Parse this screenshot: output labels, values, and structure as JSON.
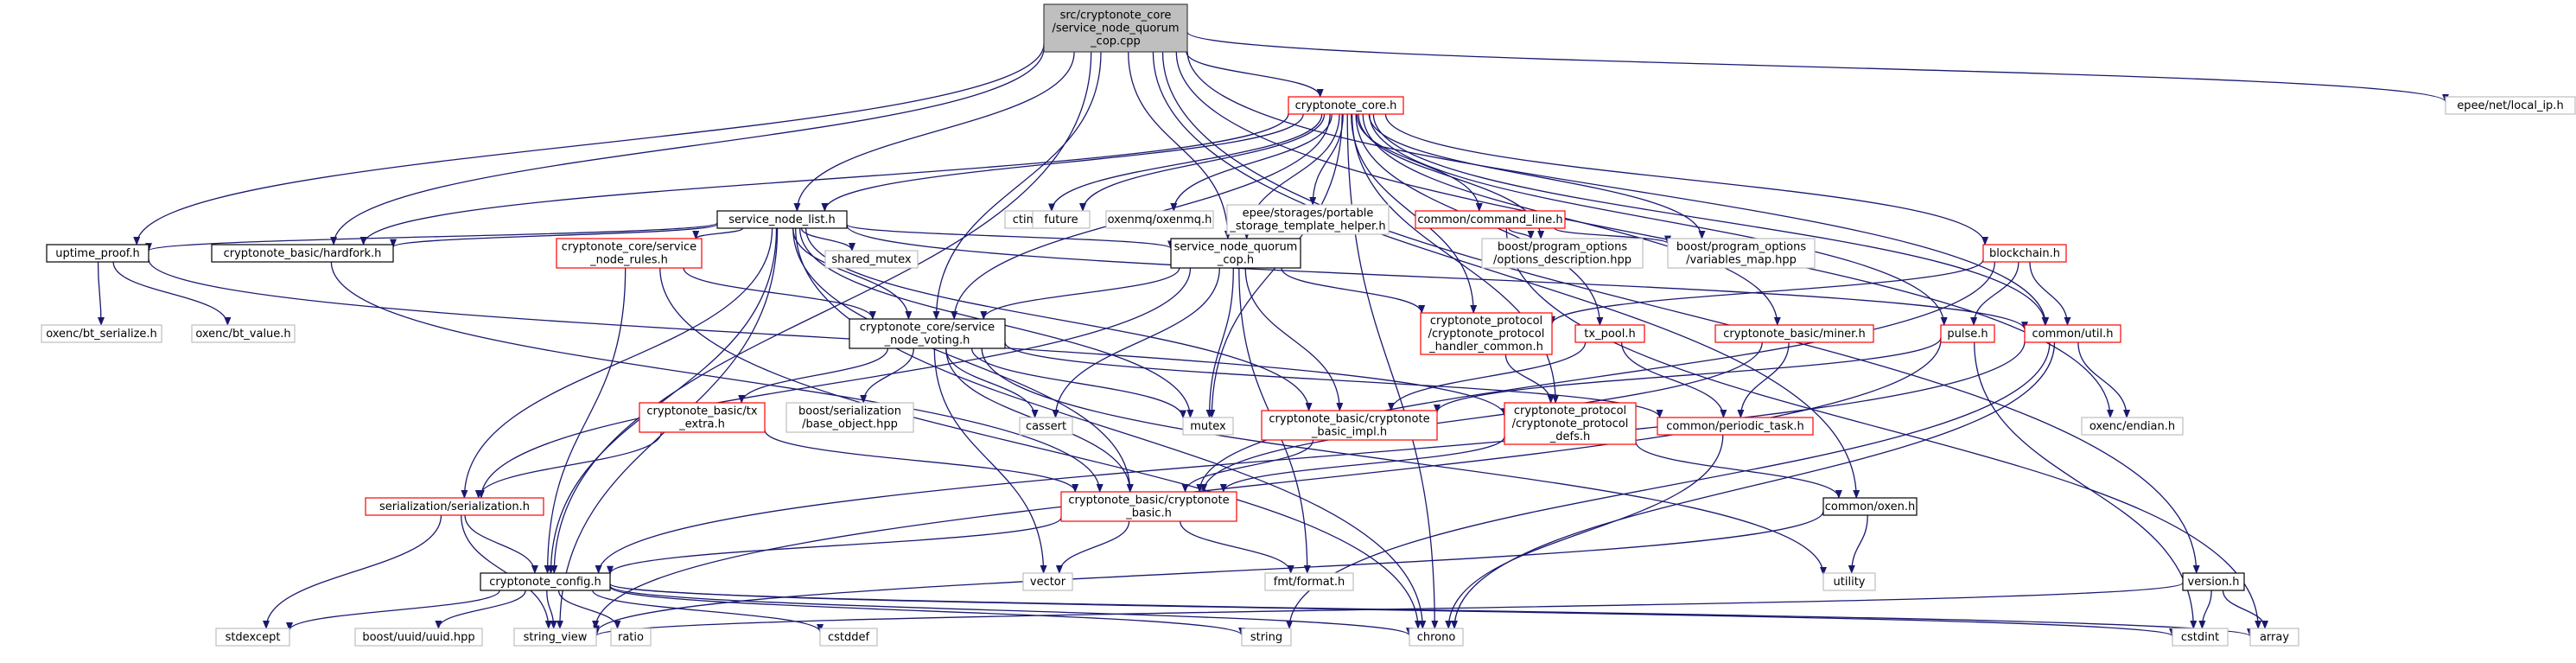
{
  "colors": {
    "background": "#ffffff",
    "edge": "#191970",
    "root_fill": "#bfbfbf",
    "root_border": "#404040",
    "documented_border": "#000000",
    "incomplete_border": "#ff0000",
    "external_border": "#bfbfbf",
    "external_text": "#404040"
  },
  "nodes": [
    {
      "id": "root",
      "kind": "root",
      "lines": [
        "src/cryptonote_core",
        "/service_node_quorum",
        "_cop.cpp"
      ]
    },
    {
      "id": "cryptonote_core_h",
      "kind": "incomplete",
      "lines": [
        "cryptonote_core.h"
      ]
    },
    {
      "id": "service_node_list_h",
      "kind": "documented",
      "lines": [
        "service_node_list.h"
      ]
    },
    {
      "id": "ctime",
      "kind": "external",
      "lines": [
        "ctime"
      ]
    },
    {
      "id": "future",
      "kind": "external",
      "lines": [
        "future"
      ]
    },
    {
      "id": "oxenmq",
      "kind": "external",
      "lines": [
        "oxenmq/oxenmq.h"
      ]
    },
    {
      "id": "portable_storage",
      "kind": "external",
      "lines": [
        "epee/storages/portable",
        "_storage_template_helper.h"
      ]
    },
    {
      "id": "command_line_h",
      "kind": "incomplete",
      "lines": [
        "common/command_line.h"
      ]
    },
    {
      "id": "local_ip_h",
      "kind": "external",
      "lines": [
        "epee/net/local_ip.h"
      ]
    },
    {
      "id": "uptime_proof_h",
      "kind": "documented",
      "lines": [
        "uptime_proof.h"
      ]
    },
    {
      "id": "hardfork_h",
      "kind": "documented",
      "lines": [
        "cryptonote_basic/hardfork.h"
      ]
    },
    {
      "id": "sn_rules_h",
      "kind": "incomplete",
      "lines": [
        "cryptonote_core/service",
        "_node_rules.h"
      ]
    },
    {
      "id": "shared_mutex",
      "kind": "external",
      "lines": [
        "shared_mutex"
      ]
    },
    {
      "id": "sn_quorum_cop_h",
      "kind": "documented",
      "lines": [
        "service_node_quorum",
        "_cop.h"
      ]
    },
    {
      "id": "po_desc",
      "kind": "external",
      "lines": [
        "boost/program_options",
        "/options_description.hpp"
      ]
    },
    {
      "id": "po_varmap",
      "kind": "external",
      "lines": [
        "boost/program_options",
        "/variables_map.hpp"
      ]
    },
    {
      "id": "blockchain_h",
      "kind": "incomplete",
      "lines": [
        "blockchain.h"
      ]
    },
    {
      "id": "bt_serialize",
      "kind": "external",
      "lines": [
        "oxenc/bt_serialize.h"
      ]
    },
    {
      "id": "bt_value",
      "kind": "external",
      "lines": [
        "oxenc/bt_value.h"
      ]
    },
    {
      "id": "sn_voting_h",
      "kind": "documented",
      "lines": [
        "cryptonote_core/service",
        "_node_voting.h"
      ]
    },
    {
      "id": "proto_handler_common_h",
      "kind": "incomplete",
      "lines": [
        "cryptonote_protocol",
        "/cryptonote_protocol",
        "_handler_common.h"
      ]
    },
    {
      "id": "tx_pool_h",
      "kind": "incomplete",
      "lines": [
        "tx_pool.h"
      ]
    },
    {
      "id": "miner_h",
      "kind": "incomplete",
      "lines": [
        "cryptonote_basic/miner.h"
      ]
    },
    {
      "id": "pulse_h",
      "kind": "incomplete",
      "lines": [
        "pulse.h"
      ]
    },
    {
      "id": "util_h",
      "kind": "incomplete",
      "lines": [
        "common/util.h"
      ]
    },
    {
      "id": "tx_extra_h",
      "kind": "incomplete",
      "lines": [
        "cryptonote_basic/tx",
        "_extra.h"
      ]
    },
    {
      "id": "base_object",
      "kind": "external",
      "lines": [
        "boost/serialization",
        "/base_object.hpp"
      ]
    },
    {
      "id": "cassert",
      "kind": "external",
      "lines": [
        "cassert"
      ]
    },
    {
      "id": "mutex",
      "kind": "external",
      "lines": [
        "mutex"
      ]
    },
    {
      "id": "basic_impl_h",
      "kind": "incomplete",
      "lines": [
        "cryptonote_basic/cryptonote",
        "_basic_impl.h"
      ]
    },
    {
      "id": "proto_defs_h",
      "kind": "incomplete",
      "lines": [
        "cryptonote_protocol",
        "/cryptonote_protocol",
        "_defs.h"
      ]
    },
    {
      "id": "periodic_task_h",
      "kind": "incomplete",
      "lines": [
        "common/periodic_task.h"
      ]
    },
    {
      "id": "endian_h",
      "kind": "external",
      "lines": [
        "oxenc/endian.h"
      ]
    },
    {
      "id": "serialization_h",
      "kind": "incomplete",
      "lines": [
        "serialization/serialization.h"
      ]
    },
    {
      "id": "basic_h",
      "kind": "incomplete",
      "lines": [
        "cryptonote_basic/cryptonote",
        "_basic.h"
      ]
    },
    {
      "id": "oxen_h",
      "kind": "documented",
      "lines": [
        "common/oxen.h"
      ]
    },
    {
      "id": "version_h",
      "kind": "documented",
      "lines": [
        "version.h"
      ]
    },
    {
      "id": "config_h",
      "kind": "documented",
      "lines": [
        "cryptonote_config.h"
      ]
    },
    {
      "id": "vector",
      "kind": "external",
      "lines": [
        "vector"
      ]
    },
    {
      "id": "fmt_format",
      "kind": "external",
      "lines": [
        "fmt/format.h"
      ]
    },
    {
      "id": "utility",
      "kind": "external",
      "lines": [
        "utility"
      ]
    },
    {
      "id": "stdexcept",
      "kind": "external",
      "lines": [
        "stdexcept"
      ]
    },
    {
      "id": "uuid",
      "kind": "external",
      "lines": [
        "boost/uuid/uuid.hpp"
      ]
    },
    {
      "id": "string_view",
      "kind": "external",
      "lines": [
        "string_view"
      ]
    },
    {
      "id": "ratio",
      "kind": "external",
      "lines": [
        "ratio"
      ]
    },
    {
      "id": "cstddef",
      "kind": "external",
      "lines": [
        "cstddef"
      ]
    },
    {
      "id": "string",
      "kind": "external",
      "lines": [
        "string"
      ]
    },
    {
      "id": "chrono",
      "kind": "external",
      "lines": [
        "chrono"
      ]
    },
    {
      "id": "cstdint",
      "kind": "external",
      "lines": [
        "cstdint"
      ]
    },
    {
      "id": "array",
      "kind": "external",
      "lines": [
        "array"
      ]
    }
  ],
  "edges": [
    [
      "root",
      "cryptonote_core_h"
    ],
    [
      "root",
      "service_node_list_h"
    ],
    [
      "root",
      "uptime_proof_h"
    ],
    [
      "root",
      "hardfork_h"
    ],
    [
      "root",
      "sn_quorum_cop_h"
    ],
    [
      "root",
      "sn_voting_h"
    ],
    [
      "root",
      "config_h"
    ],
    [
      "root",
      "util_h"
    ],
    [
      "root",
      "endian_h"
    ],
    [
      "root",
      "oxen_h"
    ],
    [
      "root",
      "version_h"
    ],
    [
      "root",
      "local_ip_h"
    ],
    [
      "cryptonote_core_h",
      "service_node_list_h"
    ],
    [
      "cryptonote_core_h",
      "ctime"
    ],
    [
      "cryptonote_core_h",
      "future"
    ],
    [
      "cryptonote_core_h",
      "oxenmq"
    ],
    [
      "cryptonote_core_h",
      "portable_storage"
    ],
    [
      "cryptonote_core_h",
      "command_line_h"
    ],
    [
      "cryptonote_core_h",
      "hardfork_h"
    ],
    [
      "cryptonote_core_h",
      "sn_quorum_cop_h"
    ],
    [
      "cryptonote_core_h",
      "po_desc"
    ],
    [
      "cryptonote_core_h",
      "po_varmap"
    ],
    [
      "cryptonote_core_h",
      "blockchain_h"
    ],
    [
      "cryptonote_core_h",
      "miner_h"
    ],
    [
      "cryptonote_core_h",
      "tx_pool_h"
    ],
    [
      "cryptonote_core_h",
      "proto_handler_common_h"
    ],
    [
      "cryptonote_core_h",
      "util_h"
    ],
    [
      "cryptonote_core_h",
      "pulse_h"
    ],
    [
      "cryptonote_core_h",
      "sn_voting_h"
    ],
    [
      "cryptonote_core_h",
      "mutex"
    ],
    [
      "cryptonote_core_h",
      "proto_defs_h"
    ],
    [
      "cryptonote_core_h",
      "chrono"
    ],
    [
      "command_line_h",
      "po_desc"
    ],
    [
      "command_line_h",
      "po_varmap"
    ],
    [
      "command_line_h",
      "array"
    ],
    [
      "service_node_list_h",
      "uptime_proof_h"
    ],
    [
      "service_node_list_h",
      "hardfork_h"
    ],
    [
      "service_node_list_h",
      "sn_rules_h"
    ],
    [
      "service_node_list_h",
      "shared_mutex"
    ],
    [
      "service_node_list_h",
      "sn_quorum_cop_h"
    ],
    [
      "service_node_list_h",
      "sn_voting_h"
    ],
    [
      "service_node_list_h",
      "serialization_h"
    ],
    [
      "service_node_list_h",
      "config_h"
    ],
    [
      "service_node_list_h",
      "basic_h"
    ],
    [
      "service_node_list_h",
      "basic_impl_h"
    ],
    [
      "service_node_list_h",
      "string_view"
    ],
    [
      "service_node_list_h",
      "mutex"
    ],
    [
      "service_node_list_h",
      "util_h"
    ],
    [
      "service_node_list_h",
      "chrono"
    ],
    [
      "uptime_proof_h",
      "bt_serialize"
    ],
    [
      "uptime_proof_h",
      "bt_value"
    ],
    [
      "uptime_proof_h",
      "proto_defs_h"
    ],
    [
      "hardfork_h",
      "basic_h"
    ],
    [
      "sn_rules_h",
      "sn_voting_h"
    ],
    [
      "sn_rules_h",
      "config_h"
    ],
    [
      "sn_rules_h",
      "chrono"
    ],
    [
      "sn_quorum_cop_h",
      "sn_voting_h"
    ],
    [
      "sn_quorum_cop_h",
      "cassert"
    ],
    [
      "sn_quorum_cop_h",
      "mutex"
    ],
    [
      "sn_quorum_cop_h",
      "basic_impl_h"
    ],
    [
      "sn_quorum_cop_h",
      "fmt_format"
    ],
    [
      "sn_quorum_cop_h",
      "serialization_h"
    ],
    [
      "sn_quorum_cop_h",
      "proto_handler_common_h"
    ],
    [
      "sn_voting_h",
      "tx_extra_h"
    ],
    [
      "sn_voting_h",
      "base_object"
    ],
    [
      "sn_voting_h",
      "cassert"
    ],
    [
      "sn_voting_h",
      "mutex"
    ],
    [
      "sn_voting_h",
      "basic_h"
    ],
    [
      "sn_voting_h",
      "vector"
    ],
    [
      "sn_voting_h",
      "utility"
    ],
    [
      "sn_voting_h",
      "periodic_task_h"
    ],
    [
      "tx_extra_h",
      "serialization_h"
    ],
    [
      "tx_extra_h",
      "basic_h"
    ],
    [
      "serialization_h",
      "string_view"
    ],
    [
      "serialization_h",
      "stdexcept"
    ],
    [
      "serialization_h",
      "config_h"
    ],
    [
      "proto_handler_common_h",
      "proto_defs_h"
    ],
    [
      "tx_pool_h",
      "basic_impl_h"
    ],
    [
      "tx_pool_h",
      "periodic_task_h"
    ],
    [
      "miner_h",
      "periodic_task_h"
    ],
    [
      "miner_h",
      "basic_h"
    ],
    [
      "blockchain_h",
      "util_h"
    ],
    [
      "blockchain_h",
      "pulse_h"
    ],
    [
      "blockchain_h",
      "basic_h"
    ],
    [
      "blockchain_h",
      "proto_handler_common_h"
    ],
    [
      "pulse_h",
      "basic_impl_h"
    ],
    [
      "pulse_h",
      "cstdint"
    ],
    [
      "pulse_h",
      "string_view"
    ],
    [
      "util_h",
      "endian_h"
    ],
    [
      "util_h",
      "chrono"
    ],
    [
      "util_h",
      "string"
    ],
    [
      "util_h",
      "config_h"
    ],
    [
      "basic_impl_h",
      "basic_h"
    ],
    [
      "proto_defs_h",
      "basic_h"
    ],
    [
      "proto_defs_h",
      "oxen_h"
    ],
    [
      "periodic_task_h",
      "chrono"
    ],
    [
      "basic_h",
      "config_h"
    ],
    [
      "basic_h",
      "vector"
    ],
    [
      "basic_h",
      "fmt_format"
    ],
    [
      "oxen_h",
      "utility"
    ],
    [
      "oxen_h",
      "string_view"
    ],
    [
      "version_h",
      "cstdint"
    ],
    [
      "version_h",
      "array"
    ],
    [
      "version_h",
      "string_view"
    ],
    [
      "config_h",
      "stdexcept"
    ],
    [
      "config_h",
      "uuid"
    ],
    [
      "config_h",
      "string_view"
    ],
    [
      "config_h",
      "ratio"
    ],
    [
      "config_h",
      "cstddef"
    ],
    [
      "config_h",
      "string"
    ],
    [
      "config_h",
      "chrono"
    ],
    [
      "config_h",
      "cstdint"
    ],
    [
      "config_h",
      "array"
    ]
  ]
}
